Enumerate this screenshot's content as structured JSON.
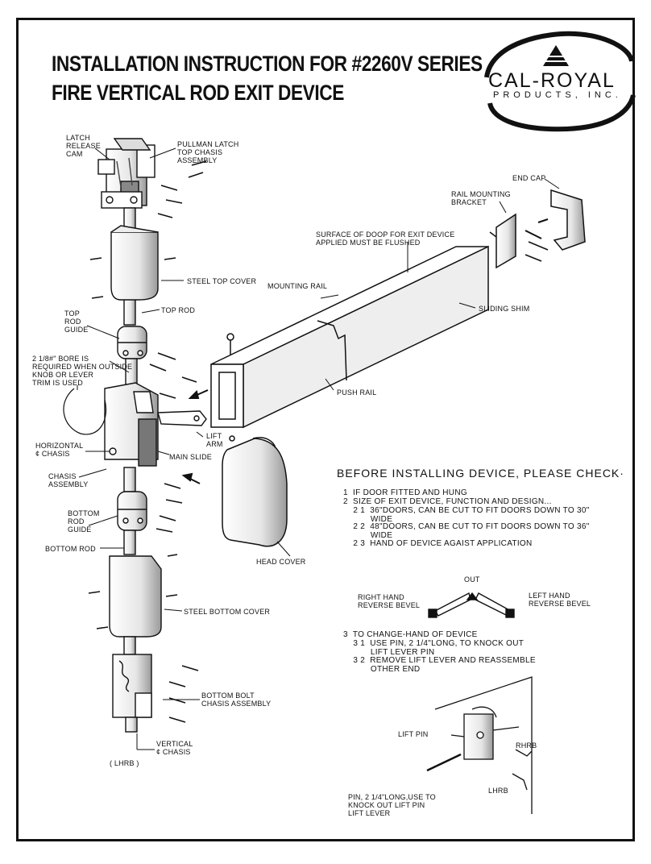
{
  "title": {
    "line1": "INSTALLATION INSTRUCTION FOR #2260V SERIES",
    "line2": "FIRE VERTICAL ROD EXIT DEVICE"
  },
  "logo": {
    "name": "CAL-ROYAL",
    "subtitle": "PRODUCTS, INC."
  },
  "labels": {
    "latch_release_cam": "LATCH\nRELEASE\nCAM",
    "pullman_latch": "PULLMAN LATCH\nTOP CHASIS\nASSEMBLY",
    "end_cap": "END CAP",
    "rail_mounting_bracket": "RAIL MOUNTING\nBRACKET",
    "surface_of_door": "SURFACE OF DOOP FOR EXIT DEVICE\nAPPLIED MUST BE FLUSHED",
    "steel_top_cover": "STEEL TOP COVER",
    "mounting_rail": "MOUNTING RAIL",
    "top_rod_guide": "TOP\nROD\nGUIDE",
    "top_rod": "TOP ROD",
    "sliding_shim": "SLIDING SHIM",
    "bore_note": "2 1/8#\" BORE IS\nREQUIRED WHEN OUTSIDE\nKNOB OR LEVER\nTRIM IS USED",
    "push_rail": "PUSH RAIL",
    "lift_arm": "LIFT\nARM",
    "horizontal_chasis": "HORIZONTAL\n¢ CHASIS",
    "main_slide": "MAIN SLIDE",
    "chasis_assembly": "CHASIS\nASSEMBLY",
    "bottom_rod_guide": "BOTTOM\nROD\nGUIDE",
    "bottom_rod": "BOTTOM ROD",
    "head_cover": "HEAD COVER",
    "steel_bottom_cover": "STEEL BOTTOM COVER",
    "bottom_bolt_chasis": "BOTTOM BOLT\nCHASIS ASSEMBLY",
    "vertical_chasis": "VERTICAL\n¢ CHASIS",
    "lhrb_bottom": "( LHRB )",
    "out": "OUT",
    "right_hand": "RIGHT HAND\nREVERSE BEVEL",
    "left_hand": "LEFT HAND\nREVERSE BEVEL",
    "lift_pin": "LIFT PIN",
    "rhrb": "RHRB",
    "lhrb": "LHRB",
    "pin_note": "PIN, 2 1/4\"LONG,USE TO\nKNOCK OUT LIFT PIN\nLIFT LEVER"
  },
  "checklist": {
    "title": "BEFORE INSTALLING DEVICE, PLEASE CHECK·",
    "items": [
      "1  IF DOOR FITTED AND HUNG",
      "2  SIZE OF EXIT DEVICE, FUNCTION AND DESIGN...",
      "    2 1  36\"DOORS, CAN BE CUT TO FIT DOORS DOWN TO 30\"\n           WIDE",
      "    2 2  48\"DOORS, CAN BE CUT TO FIT DOORS DOWN TO 36\"\n           WIDE",
      "    2 3  HAND OF DEVICE AGAIST APPLICATION"
    ],
    "change_hand": [
      "3  TO CHANGE-HAND OF DEVICE",
      "    3 1  USE PIN, 2 1/4\"LONG, TO KNOCK OUT\n           LIFT LEVER PIN",
      "    3 2  REMOVE LIFT LEVER AND REASSEMBLE\n           OTHER END"
    ]
  }
}
